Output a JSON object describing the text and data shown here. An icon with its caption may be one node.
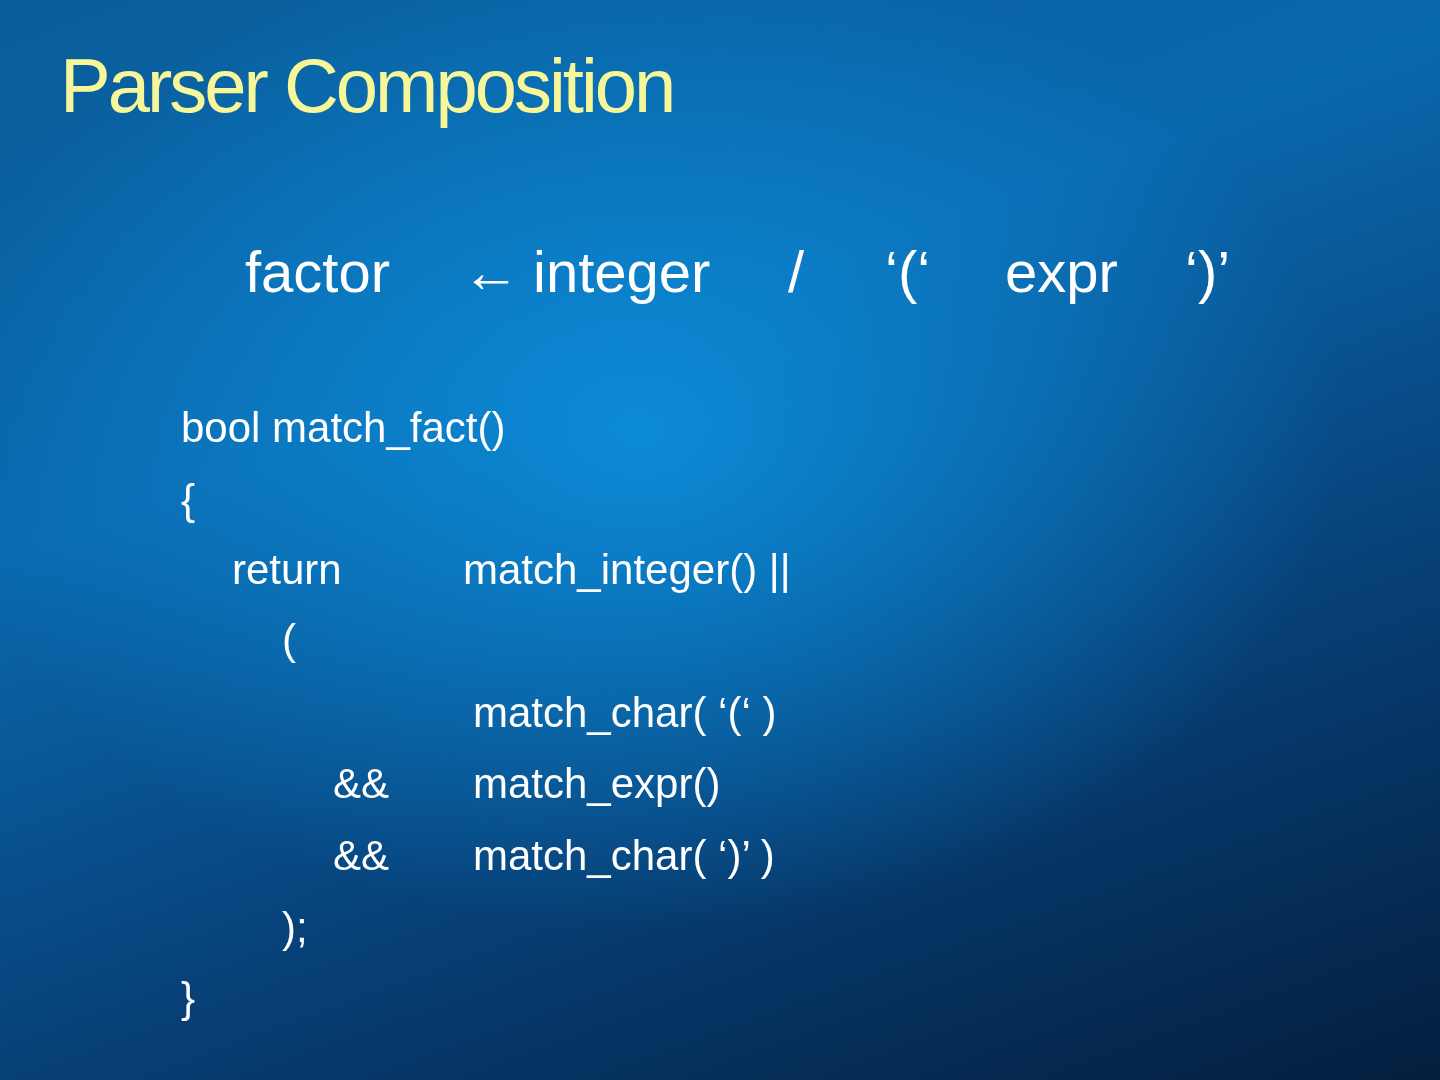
{
  "diagram": {
    "title": "Parser Composition",
    "labels": [
      "factor",
      "←",
      "integer",
      "/",
      "‘(‘",
      "expr",
      "‘)’",
      "bool match_fact()",
      "{",
      "return",
      "match_integer() ||",
      "(",
      "match_char( ‘(‘ )",
      "&&",
      "match_expr()",
      "&&",
      "match_char( ‘)’ )",
      ");",
      "}"
    ]
  }
}
